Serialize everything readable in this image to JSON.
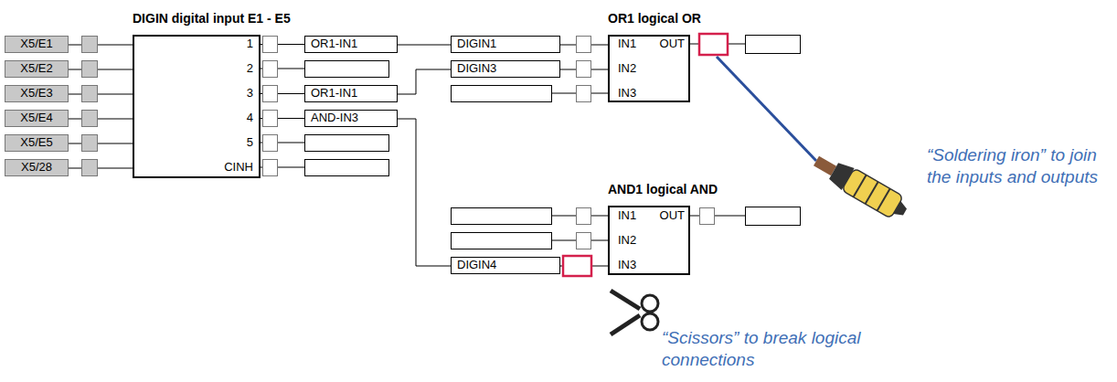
{
  "diagram": {
    "nodes": [
      {
        "text": [
          "DIGIN digital input E1 - E5"
        ]
      },
      {
        "text": [
          "X5/E1"
        ]
      },
      {
        "text": [
          "X5/E2"
        ]
      },
      {
        "text": [
          "X5/E3"
        ]
      },
      {
        "text": [
          "X5/E4"
        ]
      },
      {
        "text": [
          "X5/E5"
        ]
      },
      {
        "text": [
          "X5/28"
        ]
      },
      {
        "text": [
          "OR1-IN1"
        ]
      },
      {
        "text": [
          "OR1-IN1"
        ]
      },
      {
        "text": [
          "AND-IN3"
        ]
      },
      {
        "text": [
          "OR1 logical OR"
        ]
      },
      {
        "text": [
          "DIGIN1"
        ]
      },
      {
        "text": [
          "DIGIN3"
        ]
      },
      {
        "text": [
          "AND1 logical AND"
        ]
      },
      {
        "text": [
          "DIGIN4"
        ]
      }
    ],
    "edges": [
      {
        "from": 1,
        "to": 0,
        "arrow": "none"
      },
      {
        "from": 2,
        "to": 0,
        "arrow": "none"
      },
      {
        "from": 3,
        "to": 0,
        "arrow": "none"
      },
      {
        "from": 4,
        "to": 0,
        "arrow": "none"
      },
      {
        "from": 5,
        "to": 0,
        "arrow": "none"
      },
      {
        "from": 6,
        "to": 0,
        "arrow": "none"
      },
      {
        "from": 0,
        "to": 7,
        "arrow": "none"
      },
      {
        "from": 0,
        "to": 8,
        "arrow": "none"
      },
      {
        "from": 0,
        "to": 9,
        "arrow": "none"
      },
      {
        "from": 7,
        "to": 11,
        "arrow": "none"
      },
      {
        "from": 8,
        "to": 12,
        "arrow": "none"
      },
      {
        "from": 9,
        "to": 14,
        "arrow": "none"
      },
      {
        "from": 11,
        "to": 10,
        "arrow": "none"
      },
      {
        "from": 12,
        "to": 10,
        "arrow": "none"
      },
      {
        "from": 14,
        "to": 13,
        "arrow": "none"
      }
    ],
    "labels": [
      "1",
      "2",
      "3",
      "4",
      "5",
      "CINH",
      "IN1",
      "OUT",
      "IN2",
      "IN3",
      "IN1",
      "OUT",
      "IN2",
      "IN3",
      "“Soldering iron” to join the inputs and outputs",
      "“Scissors” to break logical connections"
    ]
  }
}
